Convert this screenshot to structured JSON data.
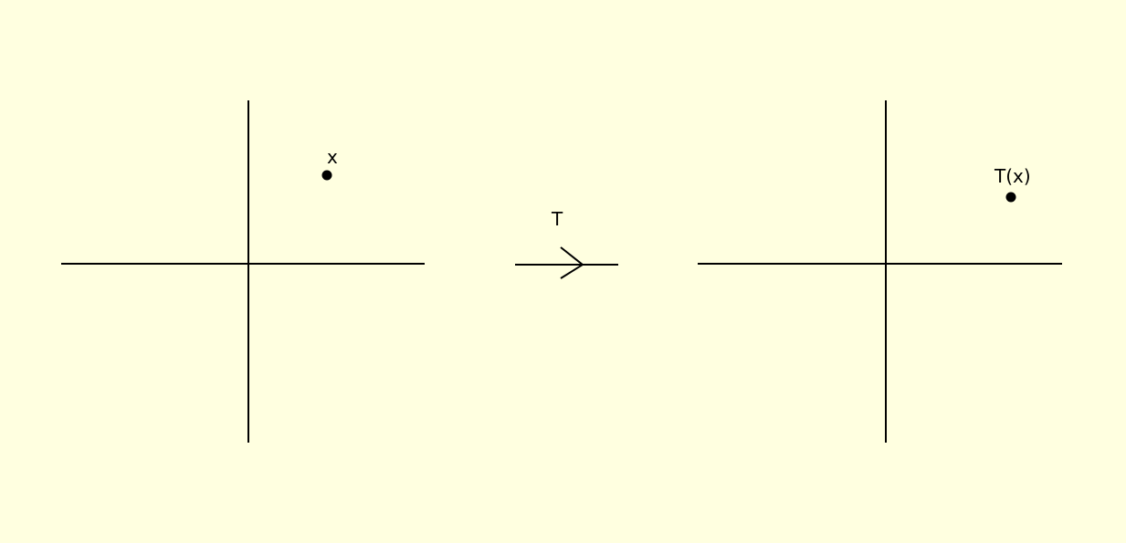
{
  "background_color": "#ffffe0",
  "ink_color": "#000000",
  "domain_plane": {
    "point_label": "x"
  },
  "mapping": {
    "label": "T"
  },
  "codomain_plane": {
    "point_label": "T(x)"
  }
}
